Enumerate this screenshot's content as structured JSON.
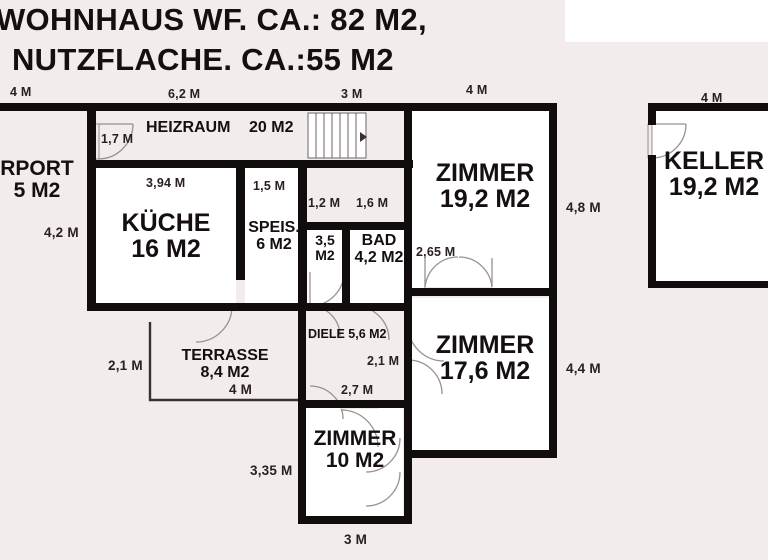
{
  "title": {
    "line1": "WOHNHAUS WF. CA.: 82 M2,",
    "line2": "NUTZFLACHE. CA.:55 M2"
  },
  "colors": {
    "background": "#f2edec",
    "wall": "#120d0d",
    "room_fill": "#ffffff",
    "outside_fill": "#f2edec",
    "door_line": "#9a9090",
    "text": "#150f0f",
    "band": "#ffffff"
  },
  "rooms": [
    {
      "id": "carport",
      "name": "RPORT",
      "area": "5 M2",
      "clipped_left": true
    },
    {
      "id": "heizraum",
      "name": "HEIZRAUM",
      "area": "20 M2"
    },
    {
      "id": "kueche",
      "name": "KÜCHE",
      "area": "16 M2"
    },
    {
      "id": "speis",
      "name": "SPEIS.",
      "area": "6 M2"
    },
    {
      "id": "abstell",
      "name": "",
      "area": "3,5 M2"
    },
    {
      "id": "bad",
      "name": "BAD",
      "area": "4,2 M2"
    },
    {
      "id": "diele",
      "name": "DIELE",
      "area": "5,6 M2"
    },
    {
      "id": "terrasse",
      "name": "TERRASSE",
      "area": "8,4 M2"
    },
    {
      "id": "zimmer-1",
      "name": "ZIMMER",
      "area": "19,2 M2"
    },
    {
      "id": "zimmer-2",
      "name": "ZIMMER",
      "area": "17,6 M2"
    },
    {
      "id": "zimmer-3",
      "name": "ZIMMER",
      "area": "10 M2"
    },
    {
      "id": "keller",
      "name": "KELLER",
      "area": "19,2 M2",
      "clipped_right": true
    }
  ],
  "labels": {
    "carport_name": "RPORT",
    "carport_area": "5 M2",
    "heizraum_name": "HEIZRAUM",
    "heizraum_area": "20 M2",
    "kueche_name": "KÜCHE",
    "kueche_area": "16 M2",
    "speis_name": "SPEIS.",
    "speis_area": "6 M2",
    "abstell_area_1": "3,5",
    "abstell_area_2": "M2",
    "bad_name": "BAD",
    "bad_area": "4,2 M2",
    "diele_text": "DIELE 5,6 M2",
    "terrasse_name": "TERRASSE",
    "terrasse_area": "8,4 M2",
    "zimmer1_name": "ZIMMER",
    "zimmer1_area": "19,2 M2",
    "zimmer2_name": "ZIMMER",
    "zimmer2_area": "17,6 M2",
    "zimmer3_name": "ZIMMER",
    "zimmer3_area": "10 M2",
    "keller_name": "KELLER",
    "keller_area": "19,2 M2"
  },
  "dimensions": {
    "top_carport": "4 M",
    "top_heizraum": "6,2 M",
    "top_stair": "3 M",
    "top_zimmer1": "4 M",
    "top_keller": "4 M",
    "heizraum_door": "1,7 M",
    "carport_left_height": "4,2 M",
    "kueche_width": "3,94 M",
    "speis_width": "1,5 M",
    "abstell_width": "1,2 M",
    "bad_width": "1,6 M",
    "zimmer1_right_height": "4,8 M",
    "zimmer1_door": "2,65 M",
    "zimmer2_right_height": "4,4 M",
    "zimmer2_door": "2,1 M",
    "terrasse_left_height": "2,1 M",
    "terrasse_bottom_width": "4 M",
    "zimmer3_top": "2,7 M",
    "zimmer3_left_height": "3,35 M",
    "zimmer3_bottom_width": "3 M"
  }
}
